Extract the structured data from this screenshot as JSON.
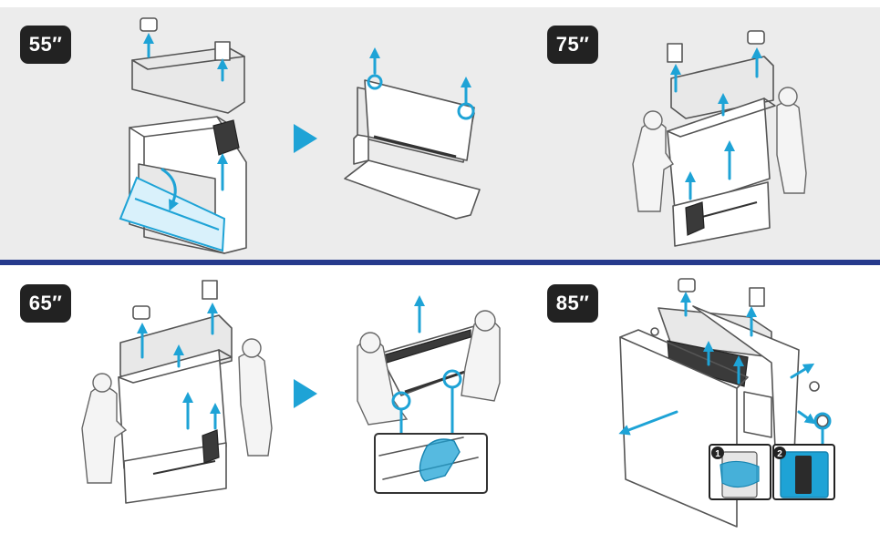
{
  "badges": {
    "top_left": "55″",
    "top_right": "75″",
    "bottom_left": "65″",
    "bottom_right": "85″"
  },
  "steps": {
    "panel_85_step1": "1",
    "panel_85_step2": "2"
  },
  "colors": {
    "accent_blue": "#1ea3d6",
    "divider_navy": "#263a8c",
    "badge_bg": "#222222",
    "panel_bg": "#ececec"
  },
  "icons": [
    "up-arrow-icon",
    "play-arrow-icon",
    "rotate-arrow-icon",
    "stand-leg-icon",
    "screw-cap-icon"
  ]
}
